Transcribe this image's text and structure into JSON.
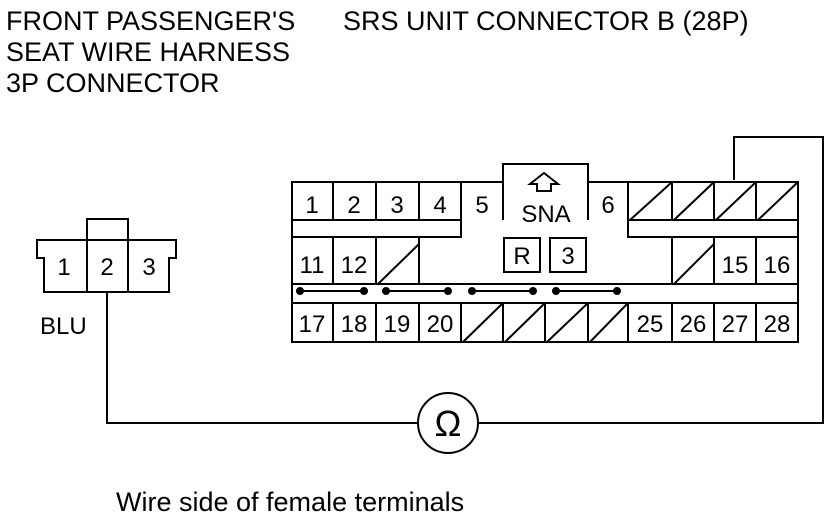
{
  "left_title": [
    "FRONT PASSENGER'S",
    "SEAT WIRE HARNESS",
    "3P CONNECTOR"
  ],
  "right_title": "SRS UNIT CONNECTOR B (28P)",
  "small_connector": {
    "pins": [
      "1",
      "2",
      "3"
    ],
    "wire_color": "BLU"
  },
  "big_connector": {
    "row1": [
      "1",
      "2",
      "3",
      "4",
      "5",
      "6"
    ],
    "center_label": "SNA",
    "mid_boxes": [
      "R",
      "3"
    ],
    "row2": [
      "11",
      "12",
      "15",
      "16"
    ],
    "row3": [
      "17",
      "18",
      "19",
      "20",
      "25",
      "26",
      "27",
      "28"
    ]
  },
  "meter_symbol": "Ω",
  "caption": "Wire side of female terminals",
  "colors": {
    "line": "#000000",
    "background": "#ffffff"
  }
}
